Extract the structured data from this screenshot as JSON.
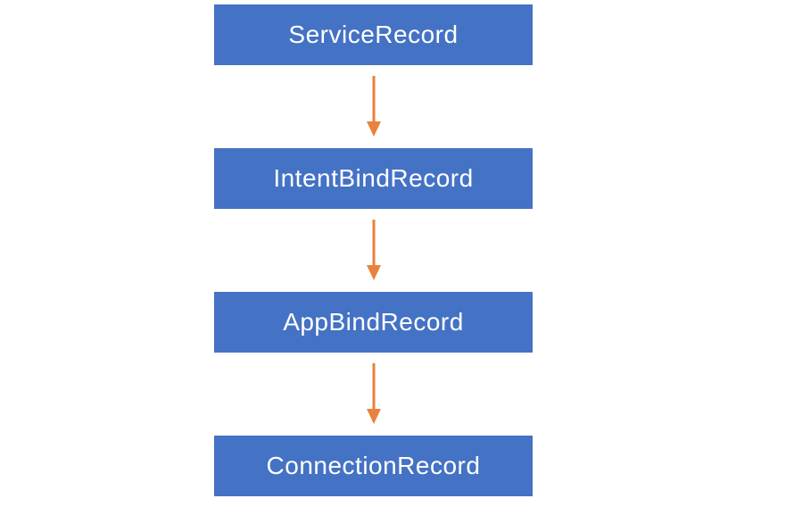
{
  "diagram": {
    "title": "",
    "type": "vertical-flowchart",
    "nodes": [
      {
        "label": "ServiceRecord"
      },
      {
        "label": "IntentBindRecord"
      },
      {
        "label": "AppBindRecord"
      },
      {
        "label": "ConnectionRecord"
      }
    ],
    "connectors": [
      {
        "from": "ServiceRecord",
        "to": "IntentBindRecord",
        "direction": "down"
      },
      {
        "from": "IntentBindRecord",
        "to": "AppBindRecord",
        "direction": "down"
      },
      {
        "from": "AppBindRecord",
        "to": "ConnectionRecord",
        "direction": "down"
      }
    ],
    "colors": {
      "box_fill": "#4472C4",
      "box_text": "#FFFFFF",
      "arrow": "#E8823C",
      "background": "#FFFFFF"
    }
  }
}
